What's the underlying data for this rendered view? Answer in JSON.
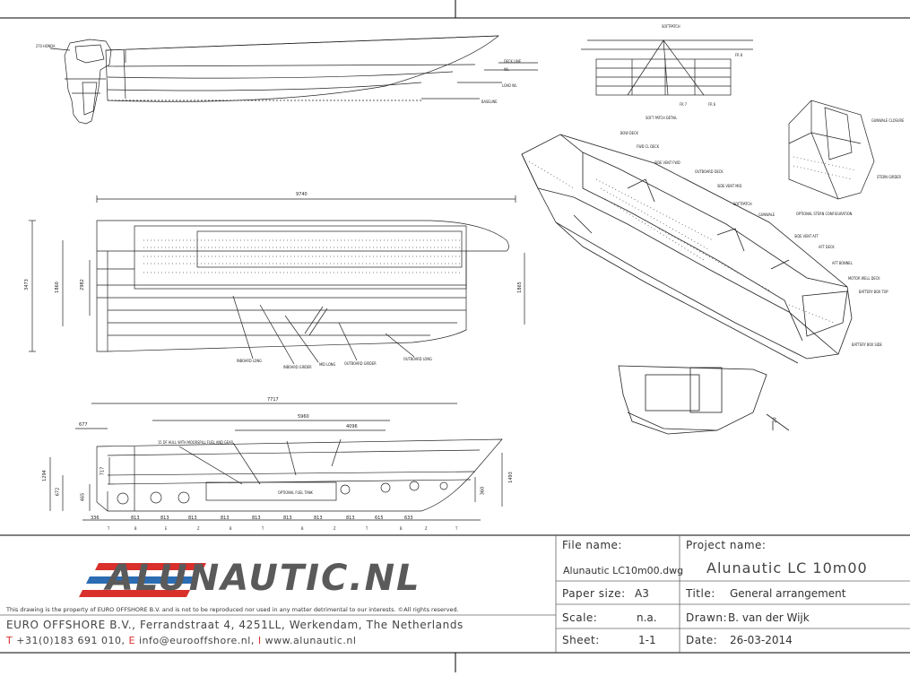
{
  "drawing": {
    "side_profile_labels": {
      "outboard": "270 HONDA",
      "deck_line": "DECK LINE",
      "wl": "WL",
      "load_wl": "LOAD WL",
      "baseline": "BASELINE"
    },
    "top_view_labels": {
      "overall_length": "9740",
      "beam": "3473",
      "inner_beam": "2982",
      "inner_beam_2": "1860",
      "side_h": "1865",
      "inboard_long": "INBOARD LONG",
      "inboard_girder": "INBOARD GIRDER",
      "mid_long": "MID LONG",
      "outboard_girder": "OUTBOARD GIRDER",
      "outboard_long": "OUTBOARD LONG"
    },
    "section_labels": {
      "overall": "7717",
      "fuel_len": "5960",
      "tank_len": "4096",
      "left_off": "677",
      "stern_h": "1294",
      "stern_h2": "717",
      "stern_h3": "672",
      "stern_h4": "465",
      "bow_h": "1493",
      "bow_h2": "360",
      "fuel_note": "15 DF HULL WITH MOORSPILL FUEL AND GEAR",
      "fuel_tank": "OPTIONAL FUEL TANK",
      "station_dims": [
        "336",
        "813",
        "813",
        "813",
        "813",
        "813",
        "813",
        "813",
        "813",
        "615",
        "633"
      ],
      "frame_numbers": [
        "T",
        "B",
        "E",
        "Z",
        "B",
        "T",
        "B",
        "Z",
        "T",
        "B",
        "Z",
        "T"
      ]
    },
    "detail_labels": {
      "soft_patch": "SOFTPATCH",
      "soft_patch_detail": "SOFT PATCH DETAIL",
      "fr8": "FR 8",
      "fr7": "FR 7",
      "fr6": "FR 6",
      "bow_deck": "BOW DECK",
      "fwd_cl_deck": "FWD CL DECK",
      "side_vent_fwd": "SIDE VENT FWD",
      "outboard_deck": "OUTBOARD DECK",
      "side_vent_mid": "SIDE VENT MID",
      "gunwale": "GUNWALE",
      "optional_stern": "OPTIONAL STERN CONFIGURATION",
      "side_vent_aft": "SIDE VENT AFT",
      "aft_deck": "AFT DECK",
      "aft_bonnel": "AFT BONNEL",
      "motor_well_deck": "MOTOR WELL DECK",
      "battery_box_top": "BATTERY BOX TOP",
      "battery_box_side": "BATTERY BOX SIDE",
      "gunwale_closure": "GUNWALE CLOSURE",
      "stern_girder": "STERN GIRDER",
      "angle": "20"
    }
  },
  "title_block": {
    "logo_text": "ALUNAUTIC.NL",
    "disclaimer": "This drawing is the property of EURO OFFSHORE B.V. and is not to be reproduced nor used in any matter detrimental to our interests.  ©All rights reserved.",
    "company": "EURO OFFSHORE B.V., Ferrandstraat 4, 4251LL, Werkendam, The Netherlands",
    "contact": {
      "t_prefix": "T",
      "phone": "+31(0)183 691 010,",
      "e_prefix": "E",
      "email": "info@eurooffshore.nl,",
      "i_prefix": "I",
      "web": "www.alunautic.nl"
    },
    "file_name_caption": "File name:",
    "file_name": "Alunautic LC10m00.dwg",
    "paper_size_caption": "Paper size:",
    "paper_size": "A3",
    "scale_caption": "Scale:",
    "scale": "n.a.",
    "sheet_caption": "Sheet:",
    "sheet": "1-1",
    "project_name_caption": "Project name:",
    "project_name": "Alunautic LC 10m00",
    "title_caption": "Title:",
    "title": "General arrangement",
    "drawn_caption": "Drawn:",
    "drawn": "B. van der Wijk",
    "date_caption": "Date:",
    "date": "26-03-2014",
    "colors": {
      "logo_red": "#d9302c",
      "logo_blue": "#2b6cb3",
      "logo_grey": "#5a5a5a"
    }
  }
}
